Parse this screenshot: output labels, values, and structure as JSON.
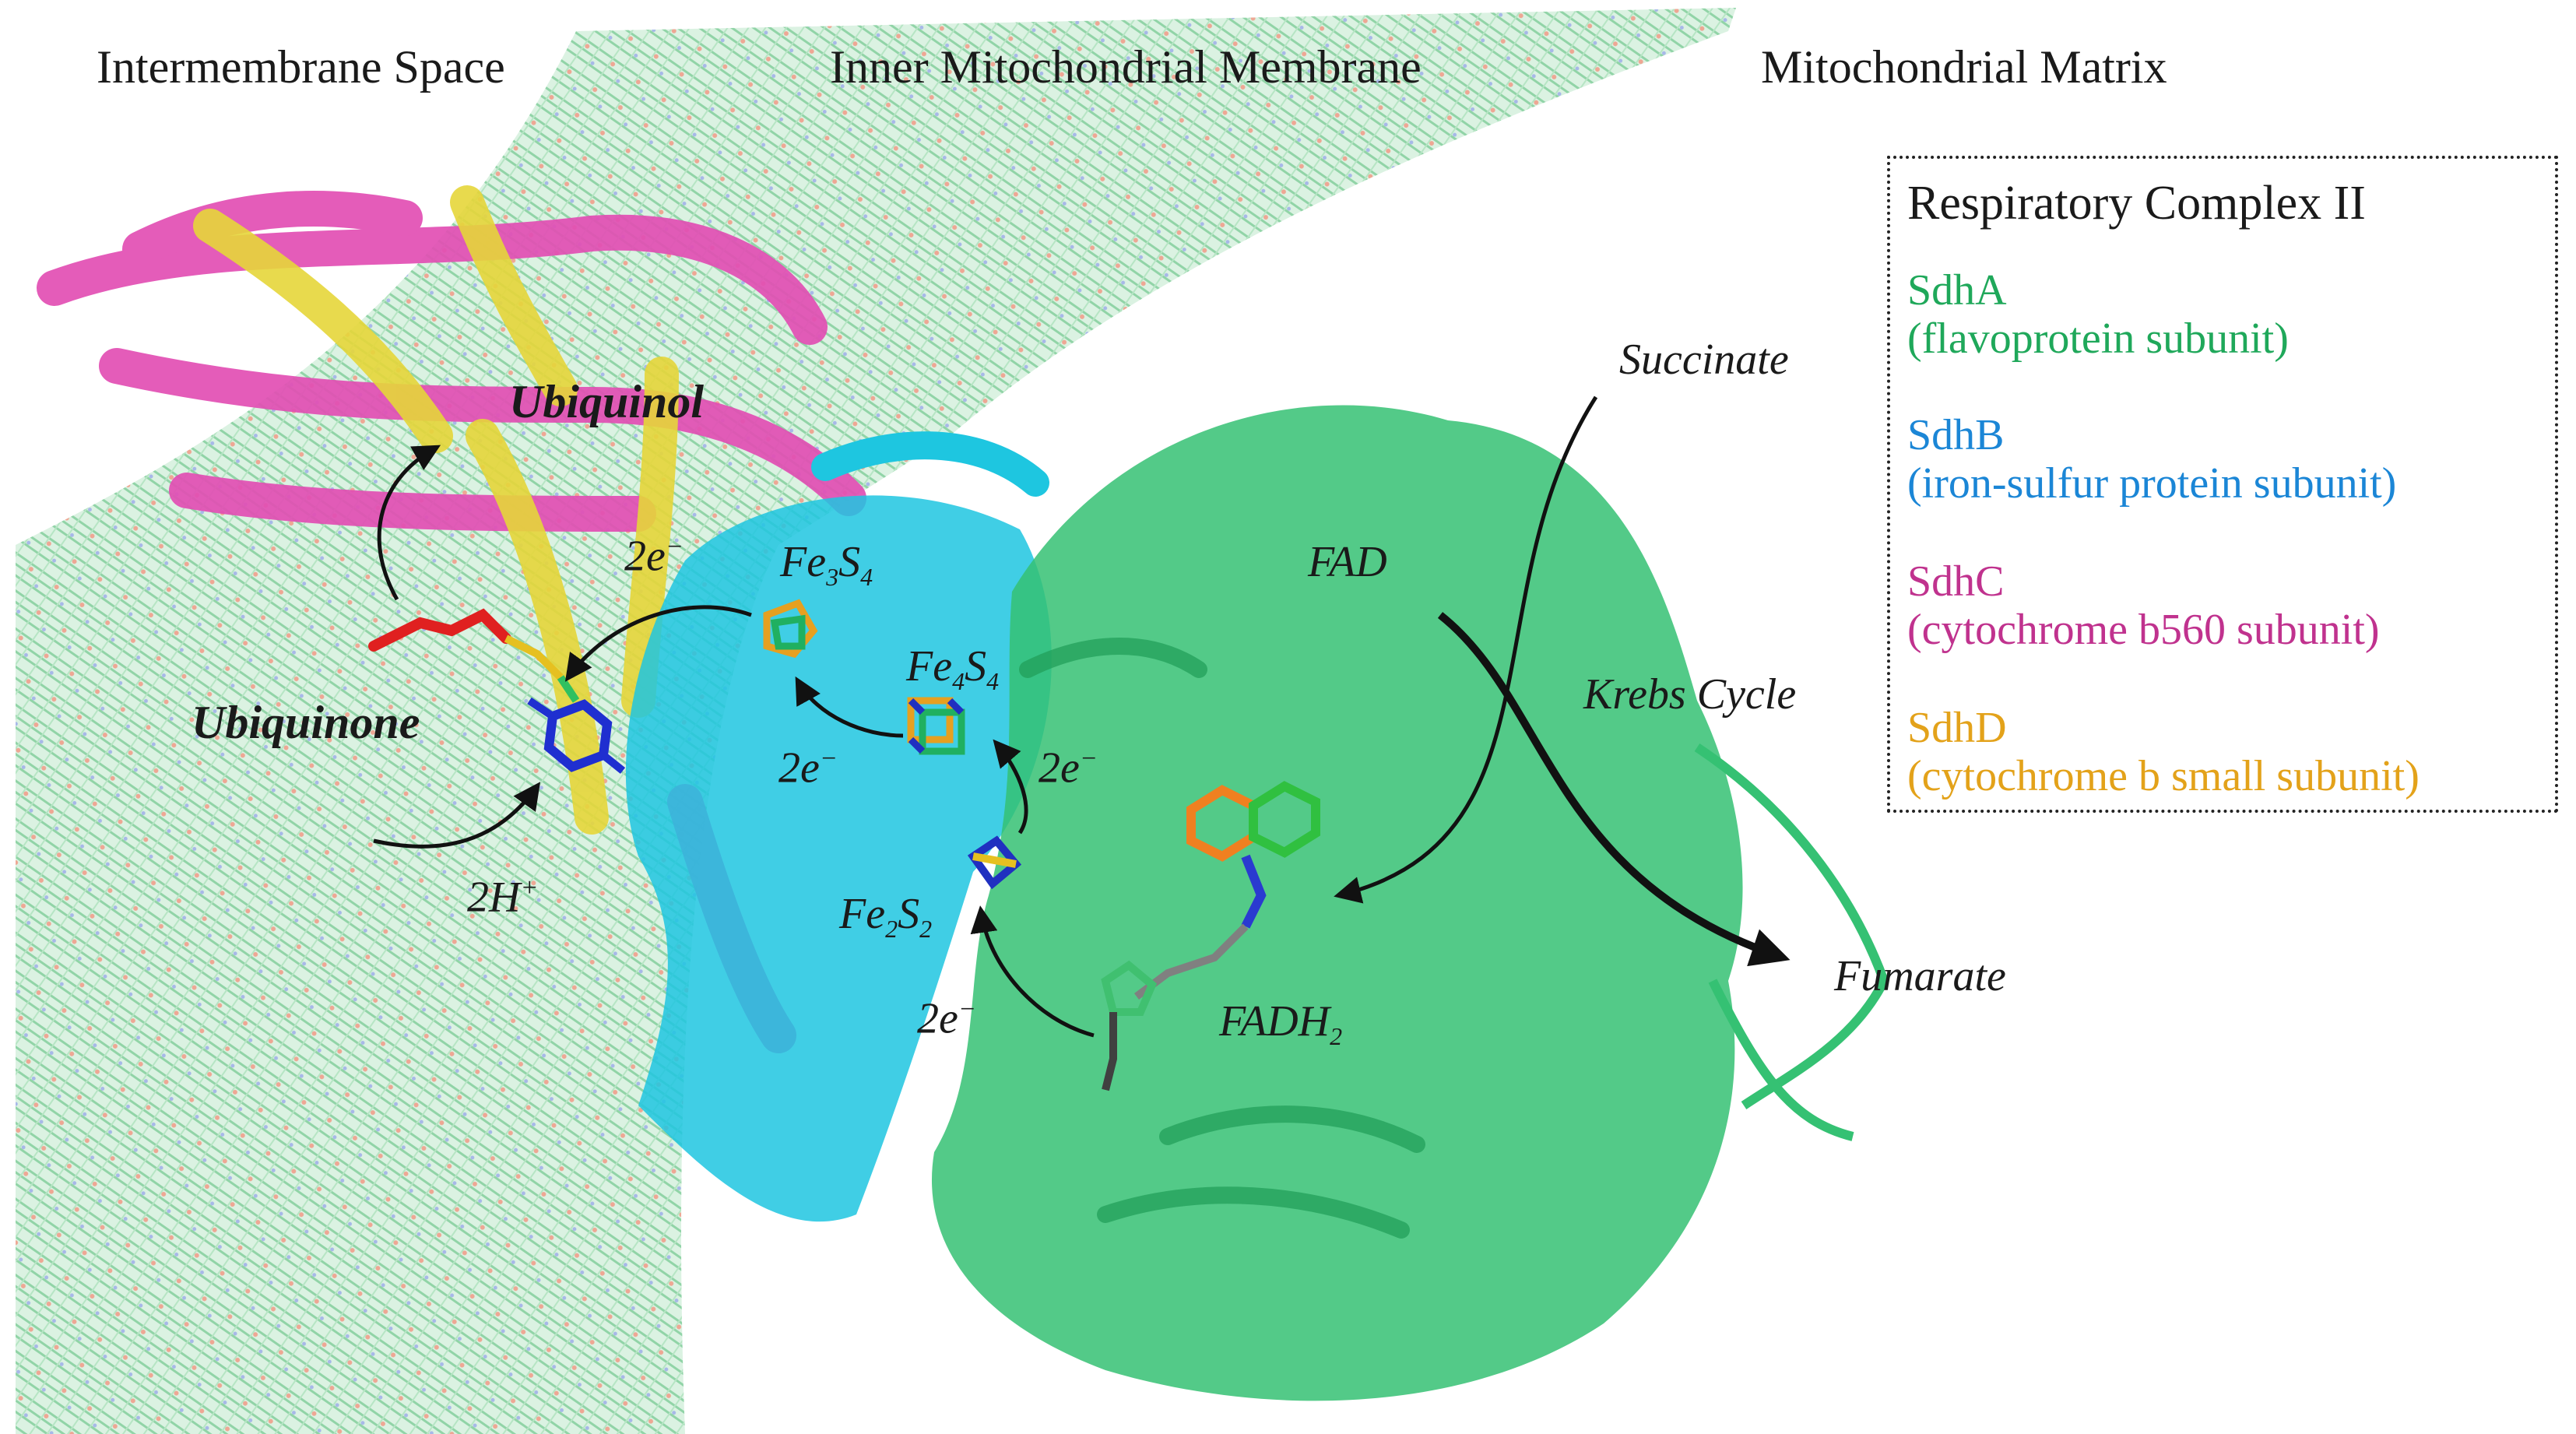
{
  "regions": {
    "intermembrane": "Intermembrane Space",
    "inner_membrane": "Inner Mitochondrial Membrane",
    "matrix": "Mitochondrial Matrix"
  },
  "legend": {
    "title": "Respiratory Complex II",
    "entries": [
      {
        "name": "SdhA",
        "desc": "(flavoprotein subunit)",
        "color": "#1fa85a"
      },
      {
        "name": "SdhB",
        "desc": "(iron-sulfur protein subunit)",
        "color": "#1b86d6"
      },
      {
        "name": "SdhC",
        "desc": "(cytochrome b560 subunit)",
        "color": "#c0328e"
      },
      {
        "name": "SdhD",
        "desc": "(cytochrome b small subunit)",
        "color": "#e3a21a"
      }
    ]
  },
  "labels": {
    "ubiquinol": "Ubiquinol",
    "ubiquinone": "Ubiquinone",
    "two_h": "2H",
    "two_h_sup": "+",
    "e1": "2e",
    "e2": "2e",
    "e3": "2e",
    "e4": "2e",
    "e_sup": "−",
    "fe3s4_a": "Fe",
    "fe3s4_b": "3",
    "fe3s4_c": "S",
    "fe3s4_d": "4",
    "fe4s4_a": "Fe",
    "fe4s4_b": "4",
    "fe4s4_c": "S",
    "fe4s4_d": "4",
    "fe2s2_a": "Fe",
    "fe2s2_b": "2",
    "fe2s2_c": "S",
    "fe2s2_d": "2",
    "fad": "FAD",
    "fadh_a": "FADH",
    "fadh_b": "2",
    "succinate": "Succinate",
    "krebs": "Krebs Cycle",
    "fumarate": "Fumarate"
  },
  "colors": {
    "membrane": "#7fd39a",
    "sdha": "#35c173",
    "sdhb": "#1ec6e0",
    "sdhc": "#e24fb4",
    "sdhd": "#e6d63a"
  }
}
